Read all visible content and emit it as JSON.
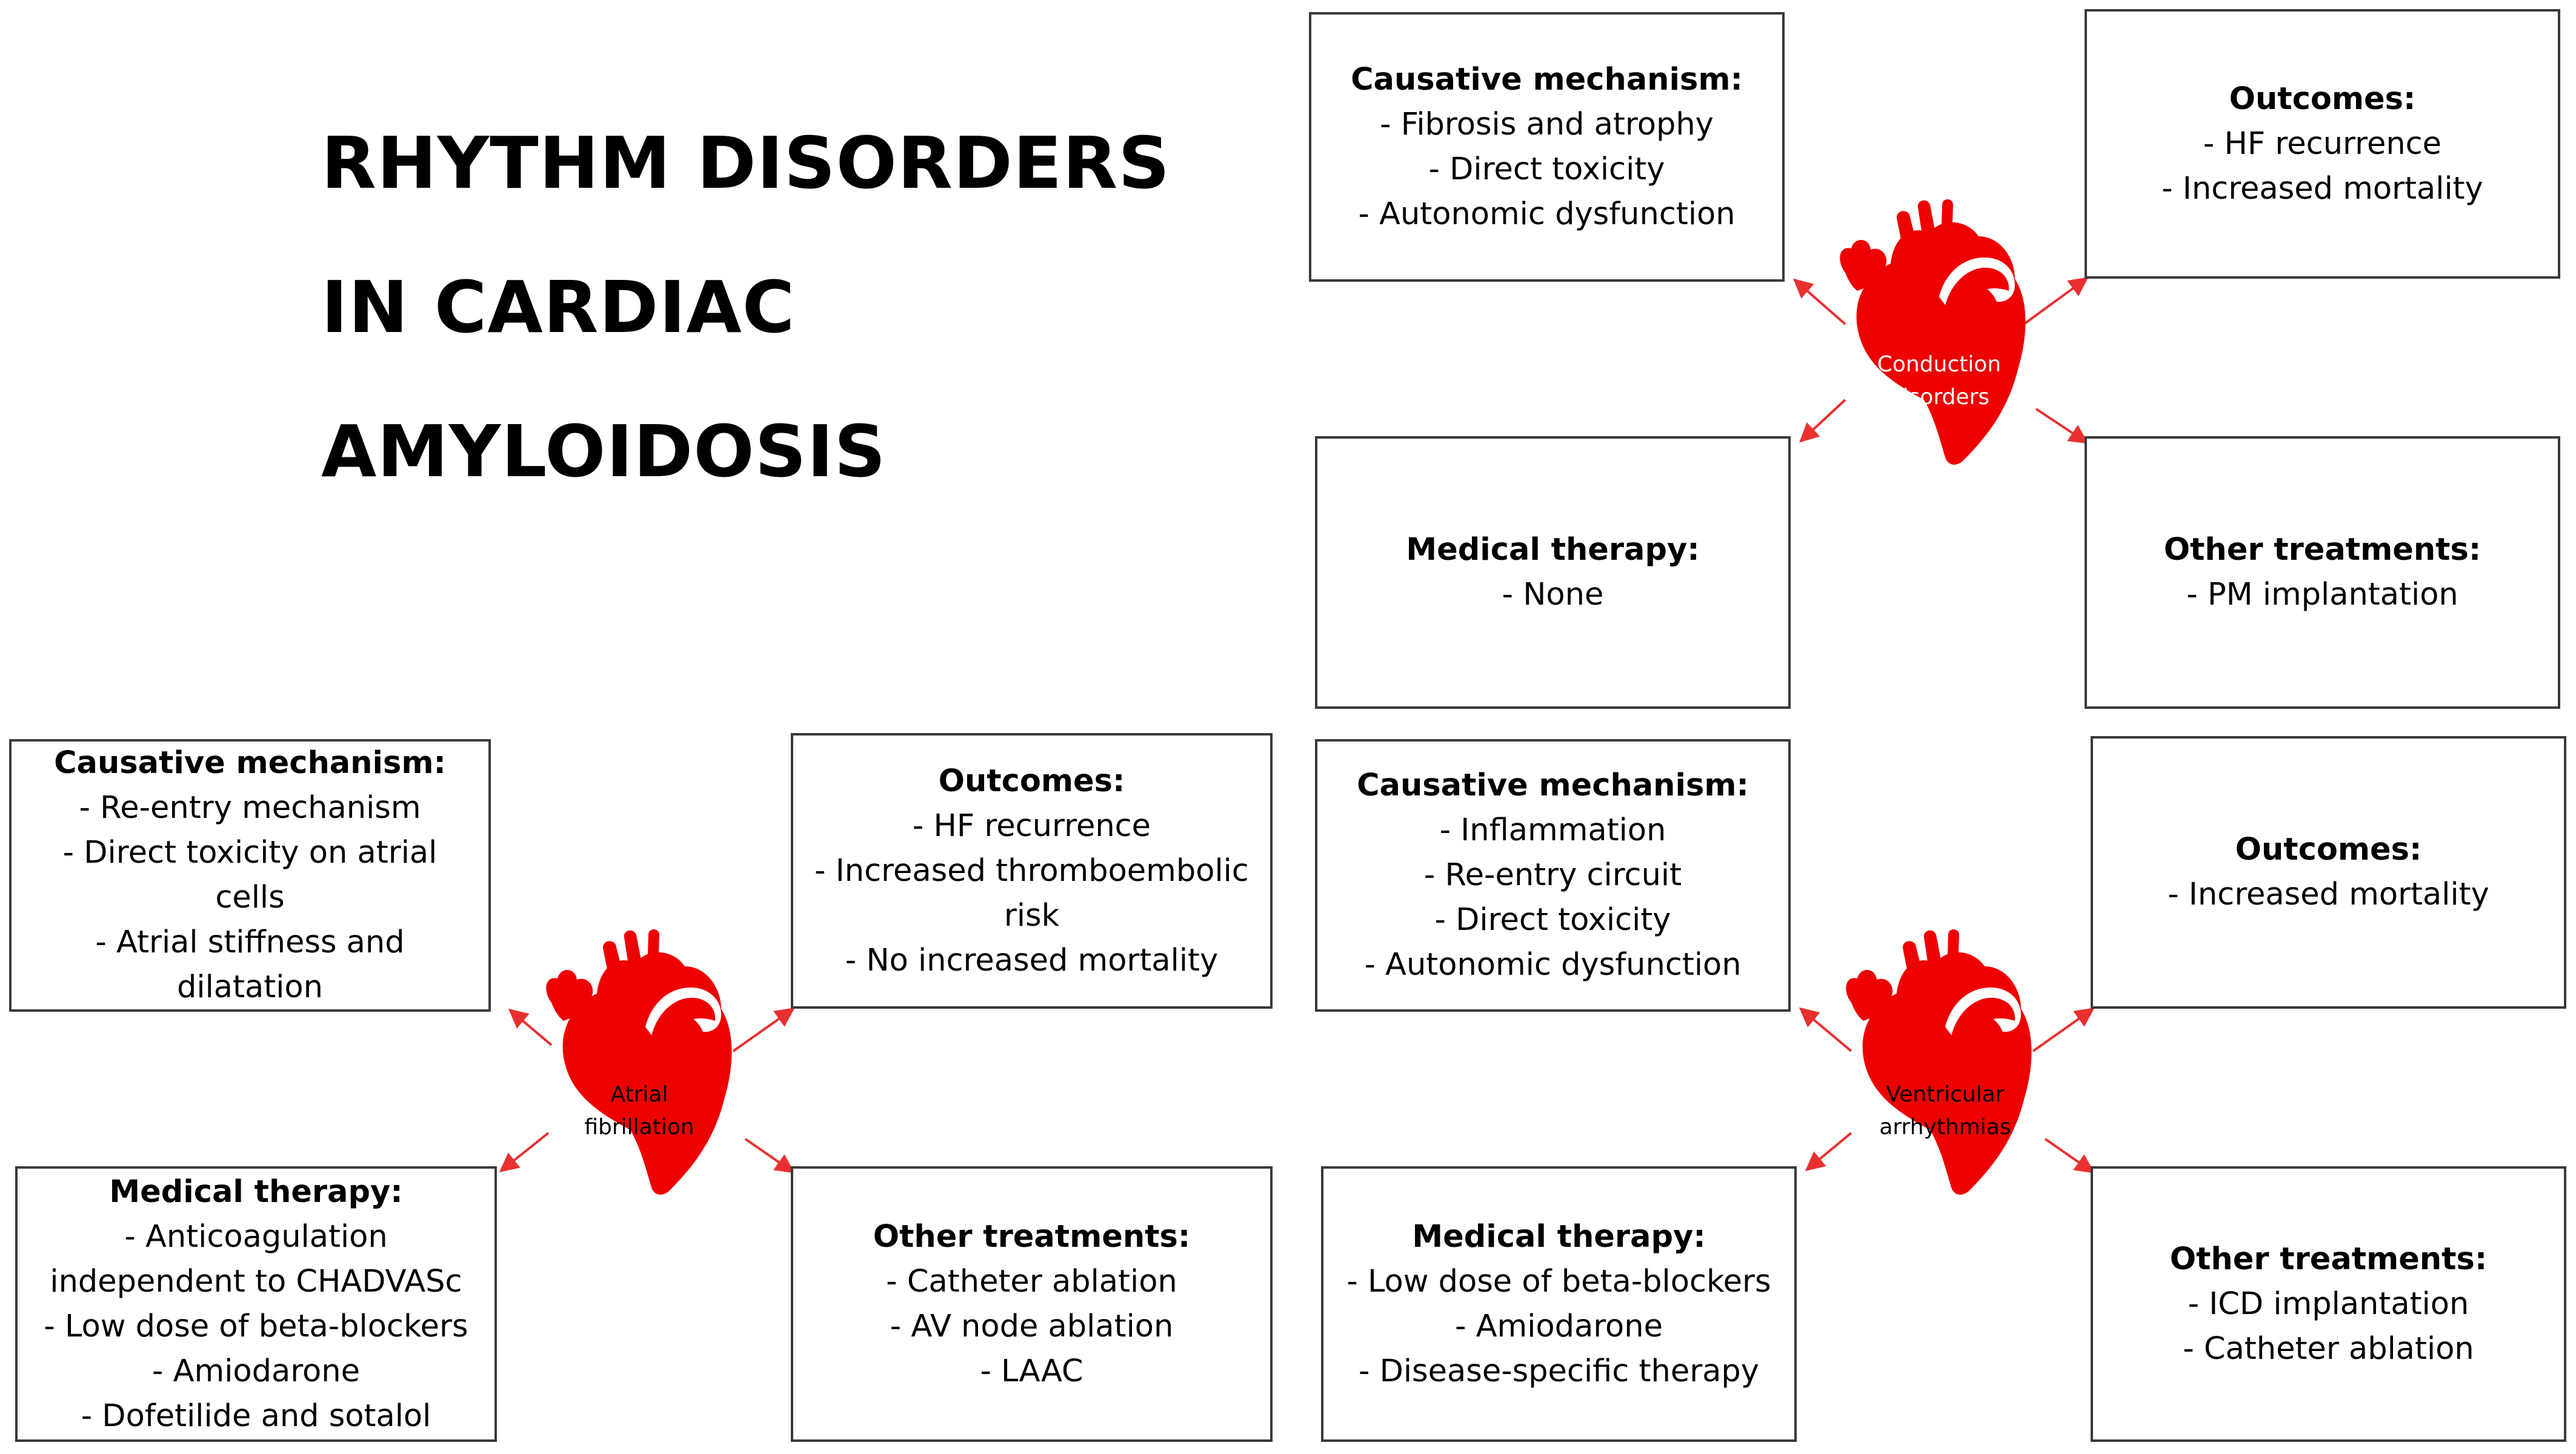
{
  "title": {
    "line1": "RHYTHM DISORDERS",
    "line2": "IN CARDIAC",
    "line3": "AMYLOIDOSIS"
  },
  "colors": {
    "heart_red": "#ee0000",
    "arrow_red": "#e83030",
    "box_border": "#3a3a3a"
  },
  "conduction": {
    "label": "Conduction\ndisorders",
    "causative": {
      "head": "Causative mechanism:",
      "items": [
        "- Fibrosis and atrophy",
        "- Direct toxicity",
        "- Autonomic dysfunction"
      ]
    },
    "outcomes": {
      "head": "Outcomes:",
      "items": [
        "- HF recurrence",
        "- Increased mortality"
      ]
    },
    "medical": {
      "head": "Medical therapy:",
      "items": [
        "- None"
      ]
    },
    "other": {
      "head": "Other treatments:",
      "items": [
        "- PM implantation"
      ]
    }
  },
  "af": {
    "label": "Atrial\nfibrillation",
    "causative": {
      "head": "Causative mechanism:",
      "items": [
        "- Re-entry mechanism",
        "- Direct toxicity on atrial cells",
        "- Atrial stiffness and dilatation"
      ]
    },
    "outcomes": {
      "head": "Outcomes:",
      "items": [
        "- HF recurrence",
        "- Increased thromboembolic",
        "risk",
        "- No increased mortality"
      ]
    },
    "medical": {
      "head": "Medical therapy:",
      "items": [
        "- Anticoagulation",
        "independent to CHADVASc",
        "- Low dose of beta-blockers",
        "- Amiodarone",
        "- Dofetilide and sotalol"
      ]
    },
    "other": {
      "head": "Other treatments:",
      "items": [
        "- Catheter ablation",
        "- AV node ablation",
        "- LAAC"
      ]
    }
  },
  "va": {
    "label": "Ventricular\narrhythmias",
    "causative": {
      "head": "Causative mechanism:",
      "items": [
        "- Inflammation",
        "- Re-entry circuit",
        "- Direct toxicity",
        "- Autonomic dysfunction"
      ]
    },
    "outcomes": {
      "head": "Outcomes:",
      "items": [
        "- Increased mortality"
      ]
    },
    "medical": {
      "head": "Medical therapy:",
      "items": [
        "- Low dose of beta-blockers",
        "-   Amiodarone",
        "- Disease-specific therapy"
      ]
    },
    "other": {
      "head": "Other treatments:",
      "items": [
        "- ICD implantation",
        "- Catheter ablation"
      ]
    }
  }
}
